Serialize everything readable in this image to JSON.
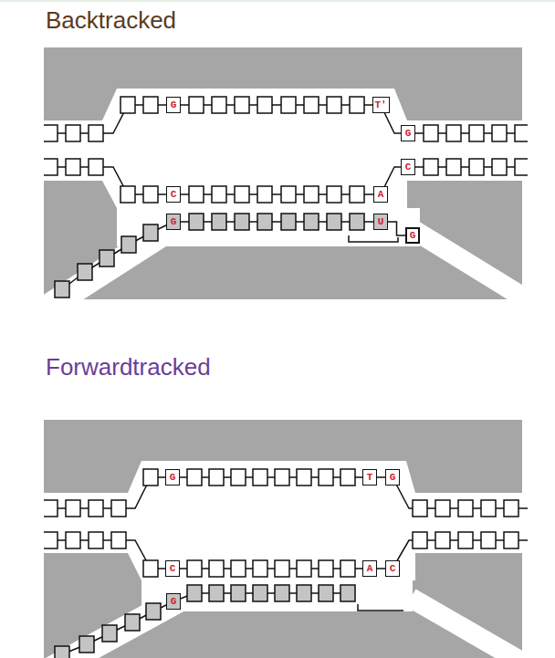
{
  "diagram": {
    "nodes": [
      {
        "text": [
          "G"
        ]
      },
      {
        "text": [
          "T'"
        ]
      },
      {
        "text": [
          "G"
        ]
      },
      {
        "text": [
          "C"
        ]
      },
      {
        "text": [
          "C"
        ]
      },
      {
        "text": [
          "A"
        ]
      },
      {
        "text": [
          "G"
        ]
      },
      {
        "text": [
          "U"
        ]
      },
      {
        "text": [
          "G"
        ]
      },
      {
        "text": [
          "G"
        ]
      },
      {
        "text": [
          "T"
        ]
      },
      {
        "text": [
          "G"
        ]
      },
      {
        "text": [
          "C"
        ]
      },
      {
        "text": [
          "A"
        ]
      },
      {
        "text": [
          "C"
        ]
      },
      {
        "text": [
          "G"
        ]
      }
    ],
    "edges": [
      {
        "from": 7,
        "to": 8,
        "arrow": "none"
      },
      {
        "from": 10,
        "to": 11,
        "arrow": "none"
      },
      {
        "from": 13,
        "to": 14,
        "arrow": "none"
      }
    ],
    "labels": [
      "Backtracked",
      "Forwardtracked"
    ]
  }
}
